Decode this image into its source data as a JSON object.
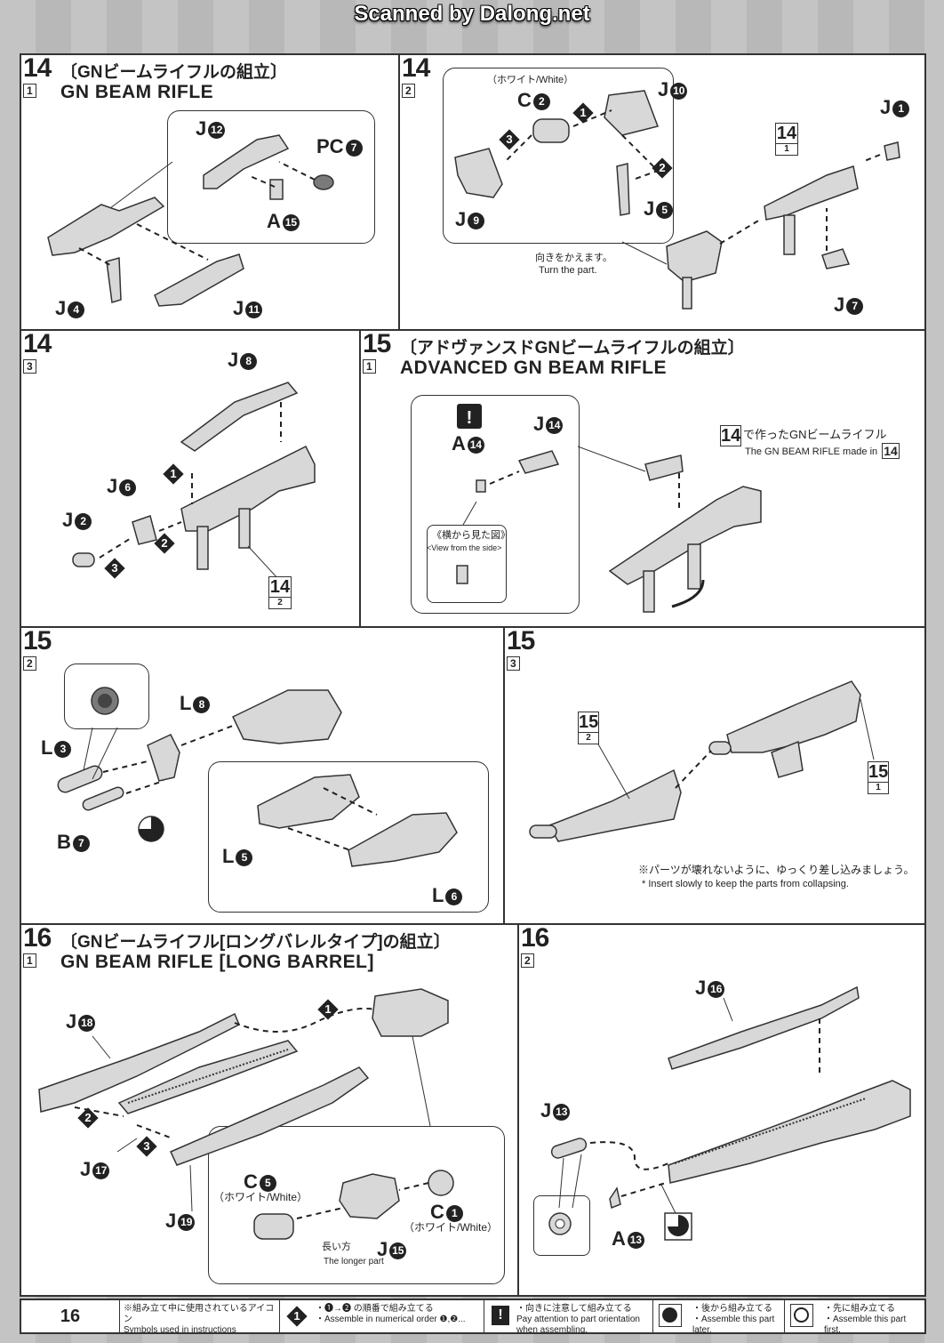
{
  "watermark": "Scanned by Dalong.net",
  "page_number": "16",
  "steps": {
    "s14_1": {
      "num": "14",
      "sub": "1",
      "title_jp": "〔GNビームライフルの組立〕",
      "title_en": "GN BEAM RIFLE",
      "labels": {
        "j12": "J",
        "j12n": "12",
        "pc7": "PC",
        "pc7n": "7",
        "a15": "A",
        "a15n": "15",
        "j4": "J",
        "j4n": "4",
        "j11": "J",
        "j11n": "11"
      }
    },
    "s14_2": {
      "num": "14",
      "sub": "2",
      "color_c2": "（ホワイト/White）",
      "labels": {
        "c2": "C",
        "c2n": "2",
        "j10": "J",
        "j10n": "10",
        "j9": "J",
        "j9n": "9",
        "j5": "J",
        "j5n": "5",
        "j1": "J",
        "j1n": "1",
        "j7": "J",
        "j7n": "7",
        "ref14": "14",
        "ref14s": "1"
      },
      "note_jp": "向きをかえます。",
      "note_en": "Turn the part.",
      "orders": [
        "1",
        "2",
        "3"
      ]
    },
    "s14_3": {
      "num": "14",
      "sub": "3",
      "labels": {
        "j8": "J",
        "j8n": "8",
        "j6": "J",
        "j6n": "6",
        "j2": "J",
        "j2n": "2",
        "ref14": "14",
        "ref14s": "2"
      },
      "orders": [
        "1",
        "2",
        "3"
      ]
    },
    "s15_1": {
      "num": "15",
      "sub": "1",
      "title_jp": "〔アドヴァンスドGNビームライフルの組立〕",
      "title_en": "ADVANCED GN BEAM RIFLE",
      "labels": {
        "a14": "A",
        "a14n": "14",
        "j14": "J",
        "j14n": "14"
      },
      "view_jp": "《横から見た図》",
      "view_en": "<View from the side>",
      "made_jp": "で作ったGNビームライフル",
      "made_en": "The GN BEAM RIFLE made in",
      "made_ref": "14"
    },
    "s15_2": {
      "num": "15",
      "sub": "2",
      "labels": {
        "l3": "L",
        "l3n": "3",
        "l8": "L",
        "l8n": "8",
        "b7": "B",
        "b7n": "7",
        "l5": "L",
        "l5n": "5",
        "l6": "L",
        "l6n": "6"
      }
    },
    "s15_3": {
      "num": "15",
      "sub": "3",
      "ref_a": "15",
      "ref_a_s": "2",
      "ref_b": "15",
      "ref_b_s": "1",
      "note_jp": "※パーツが壊れないように、ゆっくり差し込みましょう。",
      "note_en": "* Insert slowly to keep the parts from collapsing."
    },
    "s16_1": {
      "num": "16",
      "sub": "1",
      "title_jp": "〔GNビームライフル[ロングバレルタイプ]の組立〕",
      "title_en": "GN BEAM RIFLE [LONG BARREL]",
      "labels": {
        "j18": "J",
        "j18n": "18",
        "j17": "J",
        "j17n": "17",
        "j19": "J",
        "j19n": "19",
        "c5": "C",
        "c5n": "5",
        "c1": "C",
        "c1n": "1",
        "j15": "J",
        "j15n": "15"
      },
      "color_c5": "（ホワイト/White）",
      "color_c1": "（ホワイト/White）",
      "longer_jp": "長い方",
      "longer_en": "The longer part",
      "orders": [
        "1",
        "2",
        "3"
      ]
    },
    "s16_2": {
      "num": "16",
      "sub": "2",
      "labels": {
        "j16": "J",
        "j16n": "16",
        "j13": "J",
        "j13n": "13",
        "a13": "A",
        "a13n": "13"
      }
    }
  },
  "footer": {
    "symbols_jp": "※組み立て中に使用されているアイコン",
    "symbols_en": "Symbols used in instructions",
    "icon1_jp": "・❶→❷ の順番で組み立てる",
    "icon1_en": "・Assemble in numerical order ❶,❷...",
    "icon2_jp": "・向きに注意して組み立てる",
    "icon2_en": "Pay attention to part orientation when assembling.",
    "icon3_jp": "・後から組み立てる",
    "icon3_en": "・Assemble this part later.",
    "icon4_jp": "・先に組み立てる",
    "icon4_en": "・Assemble this part first."
  }
}
